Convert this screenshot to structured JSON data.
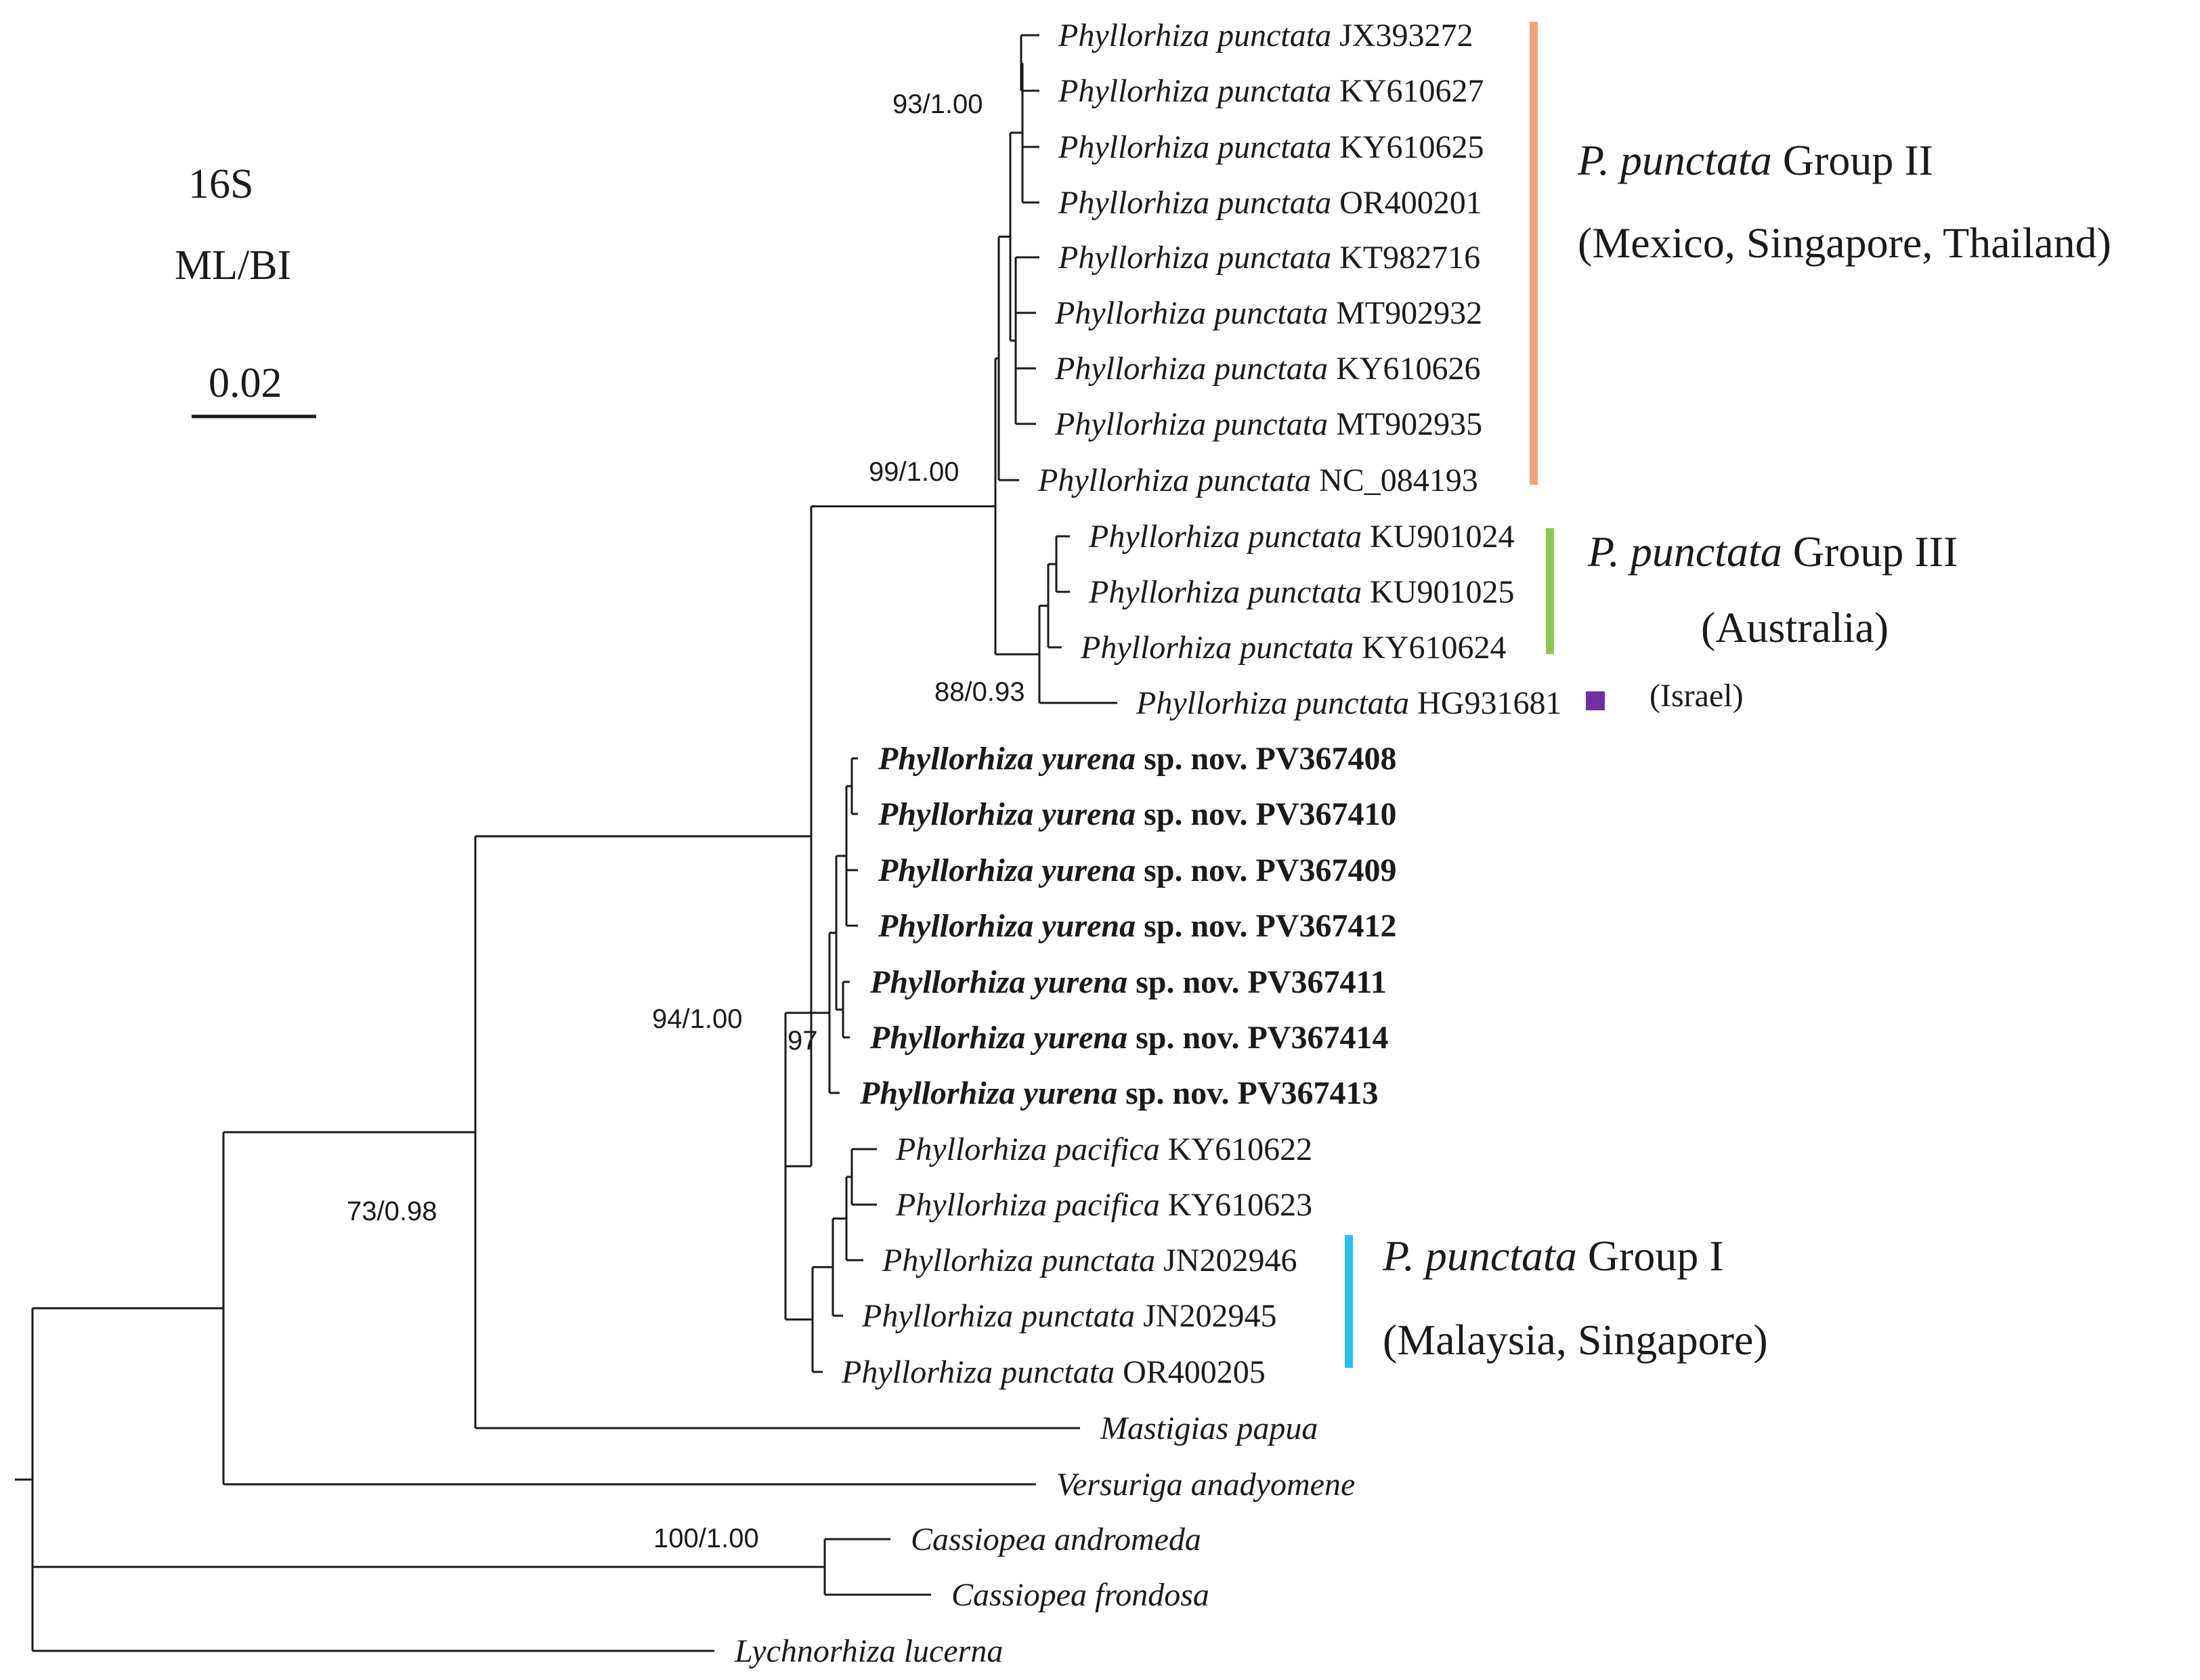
{
  "header": {
    "marker": "16S",
    "method": "ML/BI",
    "scale_value": "0.02"
  },
  "taxa": [
    {
      "id": "t1",
      "species": "Phyllorhiza punctata",
      "accession": "JX393272",
      "bold": false
    },
    {
      "id": "t2",
      "species": "Phyllorhiza punctata",
      "accession": "KY610627",
      "bold": false
    },
    {
      "id": "t3",
      "species": "Phyllorhiza punctata",
      "accession": "KY610625",
      "bold": false
    },
    {
      "id": "t4",
      "species": "Phyllorhiza punctata",
      "accession": "OR400201",
      "bold": false
    },
    {
      "id": "t5",
      "species": "Phyllorhiza punctata",
      "accession": "KT982716",
      "bold": false
    },
    {
      "id": "t6",
      "species": "Phyllorhiza punctata",
      "accession": "MT902932",
      "bold": false
    },
    {
      "id": "t7",
      "species": "Phyllorhiza punctata",
      "accession": "KY610626",
      "bold": false
    },
    {
      "id": "t8",
      "species": "Phyllorhiza punctata",
      "accession": "MT902935",
      "bold": false
    },
    {
      "id": "t9",
      "species": "Phyllorhiza punctata",
      "accession": "NC_084193",
      "bold": false
    },
    {
      "id": "t10",
      "species": "Phyllorhiza punctata",
      "accession": "KU901024",
      "bold": false
    },
    {
      "id": "t11",
      "species": "Phyllorhiza punctata",
      "accession": "KU901025",
      "bold": false
    },
    {
      "id": "t12",
      "species": "Phyllorhiza punctata",
      "accession": "KY610624",
      "bold": false
    },
    {
      "id": "t13",
      "species": "Phyllorhiza punctata",
      "accession": "HG931681",
      "bold": false
    },
    {
      "id": "t14",
      "species": "Phyllorhiza yurena",
      "accession": "sp. nov. PV367408",
      "bold": true
    },
    {
      "id": "t15",
      "species": "Phyllorhiza yurena",
      "accession": "sp. nov. PV367410",
      "bold": true
    },
    {
      "id": "t16",
      "species": "Phyllorhiza yurena",
      "accession": "sp. nov. PV367409",
      "bold": true
    },
    {
      "id": "t17",
      "species": "Phyllorhiza yurena",
      "accession": "sp. nov. PV367412",
      "bold": true
    },
    {
      "id": "t18",
      "species": "Phyllorhiza yurena",
      "accession": "sp. nov. PV367411",
      "bold": true
    },
    {
      "id": "t19",
      "species": "Phyllorhiza yurena",
      "accession": "sp. nov. PV367414",
      "bold": true
    },
    {
      "id": "t20",
      "species": "Phyllorhiza yurena",
      "accession": "sp. nov. PV367413",
      "bold": true
    },
    {
      "id": "t21",
      "species": "Phyllorhiza pacifica",
      "accession": "KY610622",
      "bold": false
    },
    {
      "id": "t22",
      "species": "Phyllorhiza pacifica",
      "accession": "KY610623",
      "bold": false
    },
    {
      "id": "t23",
      "species": "Phyllorhiza punctata",
      "accession": "JN202946",
      "bold": false
    },
    {
      "id": "t24",
      "species": "Phyllorhiza punctata",
      "accession": "JN202945",
      "bold": false
    },
    {
      "id": "t25",
      "species": "Phyllorhiza punctata",
      "accession": "OR400205",
      "bold": false
    },
    {
      "id": "t26",
      "species": "Mastigias papua",
      "accession": "",
      "bold": false
    },
    {
      "id": "t27",
      "species": "Versuriga anadyomene",
      "accession": "",
      "bold": false
    },
    {
      "id": "t28",
      "species": "Cassiopea andromeda",
      "accession": "",
      "bold": false
    },
    {
      "id": "t29",
      "species": "Cassiopea frondosa",
      "accession": "",
      "bold": false
    },
    {
      "id": "t30",
      "species": "Lychnorhiza lucerna",
      "accession": "",
      "bold": false
    }
  ],
  "support_values": {
    "group2_inner": "93/1.00",
    "punctata_clade": "99/1.00",
    "group3_israel": "88/0.93",
    "yurena_clade": "97",
    "phyllorhiza": "94/1.00",
    "mastigias_phyllorhiza": "73/0.98",
    "cassiopea": "100/1.00"
  },
  "groups": [
    {
      "id": "group2",
      "name_italic": "P. punctata",
      "name_rest": " Group II",
      "region": "(Mexico, Singapore, Thailand)",
      "color": "#F4A27A"
    },
    {
      "id": "group3",
      "name_italic": "P. punctata",
      "name_rest": " Group III",
      "region": "(Australia)",
      "color": "#8CC850"
    },
    {
      "id": "group1",
      "name_italic": "P. punctata",
      "name_rest": " Group I",
      "region": "(Malaysia, Singapore)",
      "color": "#2EBEEA"
    }
  ],
  "israel": {
    "label": "(Israel)",
    "color": "#7030A0"
  }
}
